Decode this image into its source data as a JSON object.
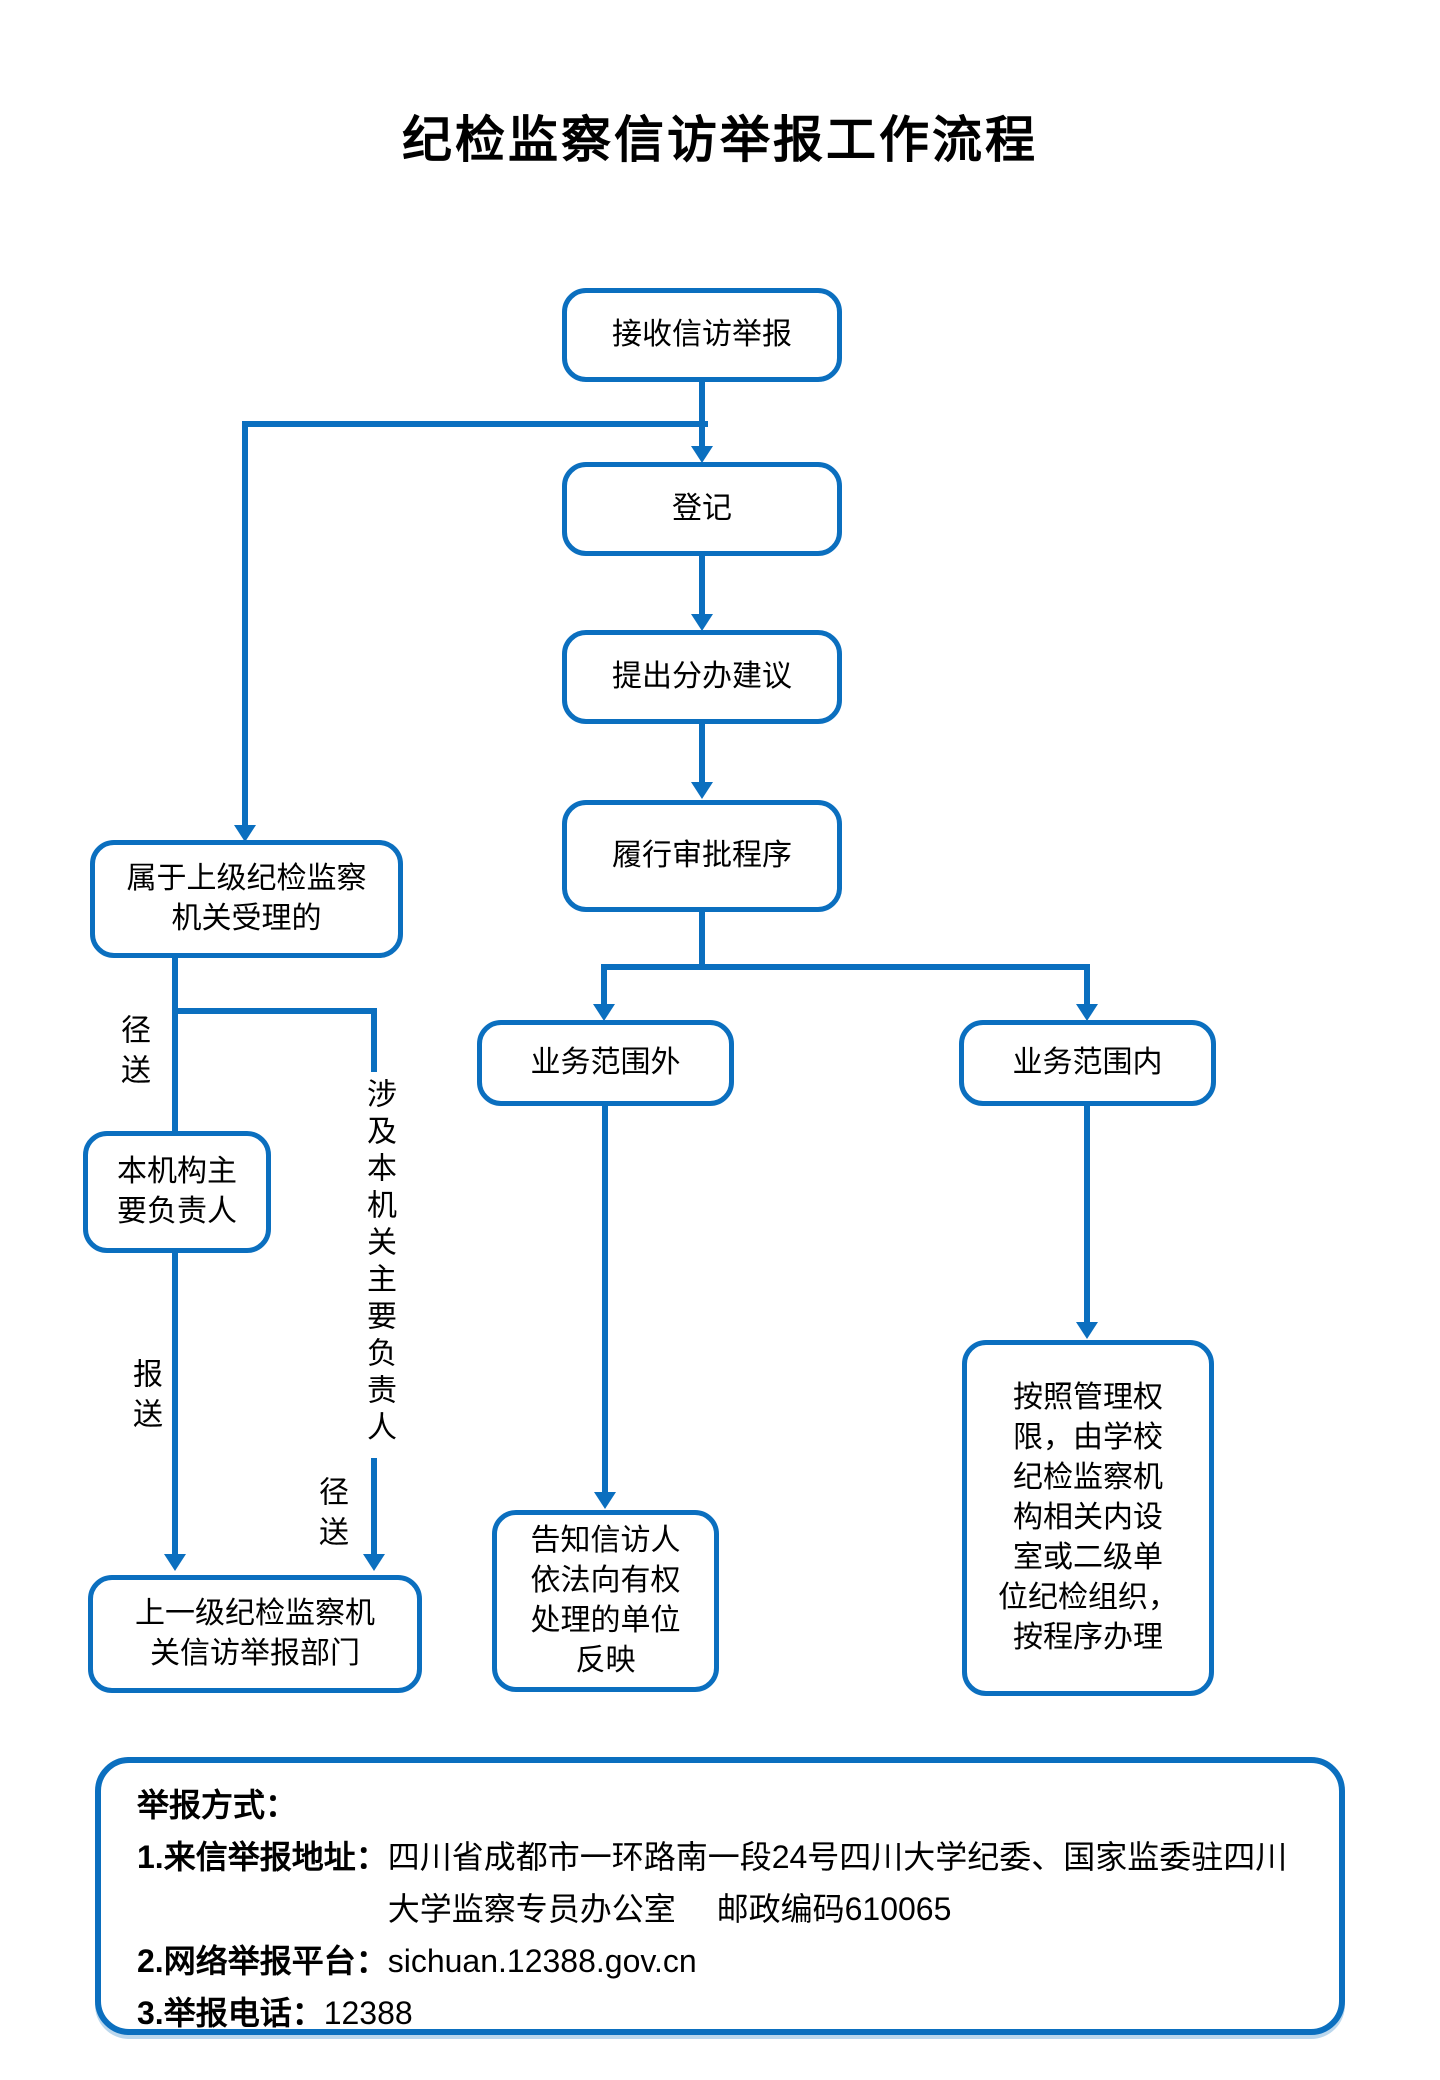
{
  "title": "纪检监察信访举报工作流程",
  "colors": {
    "accent": "#0B6FBF",
    "text": "#000000",
    "background": "#FFFFFF"
  },
  "nodes": {
    "receive": "接收信访举报",
    "register": "登记",
    "suggest": "提出分办建议",
    "approval": "履行审批程序",
    "upper_accept": "属于上级纪检监察\n机关受理的",
    "org_head": "本机构主\n要负责人",
    "upper_dept": "上一级纪检监察机\n关信访举报部门",
    "out_scope": "业务范围外",
    "in_scope": "业务范围内",
    "inform": "告知信访人\n依法向有权\n处理的单位\n反映",
    "handle": "按照管理权\n限，由学校\n纪检监察机\n构相关内设\n室或二级单\n位纪检组织，\n按程序办理"
  },
  "edge_labels": {
    "direct_send_1": "径送",
    "involve_head": "涉及本机关主要负责人",
    "submit": "报送",
    "direct_send_2": "径送"
  },
  "report_info": {
    "heading": "举报方式：",
    "items": [
      {
        "label": "1.来信举报地址：",
        "value": "四川省成都市一环路南一段24号四川大学纪委、国家监委驻四川\n大学监察专员办公室　 邮政编码610065"
      },
      {
        "label": "2.网络举报平台：",
        "value": "sichuan.12388.gov.cn"
      },
      {
        "label": "3.举报电话：",
        "value": "12388"
      }
    ]
  }
}
